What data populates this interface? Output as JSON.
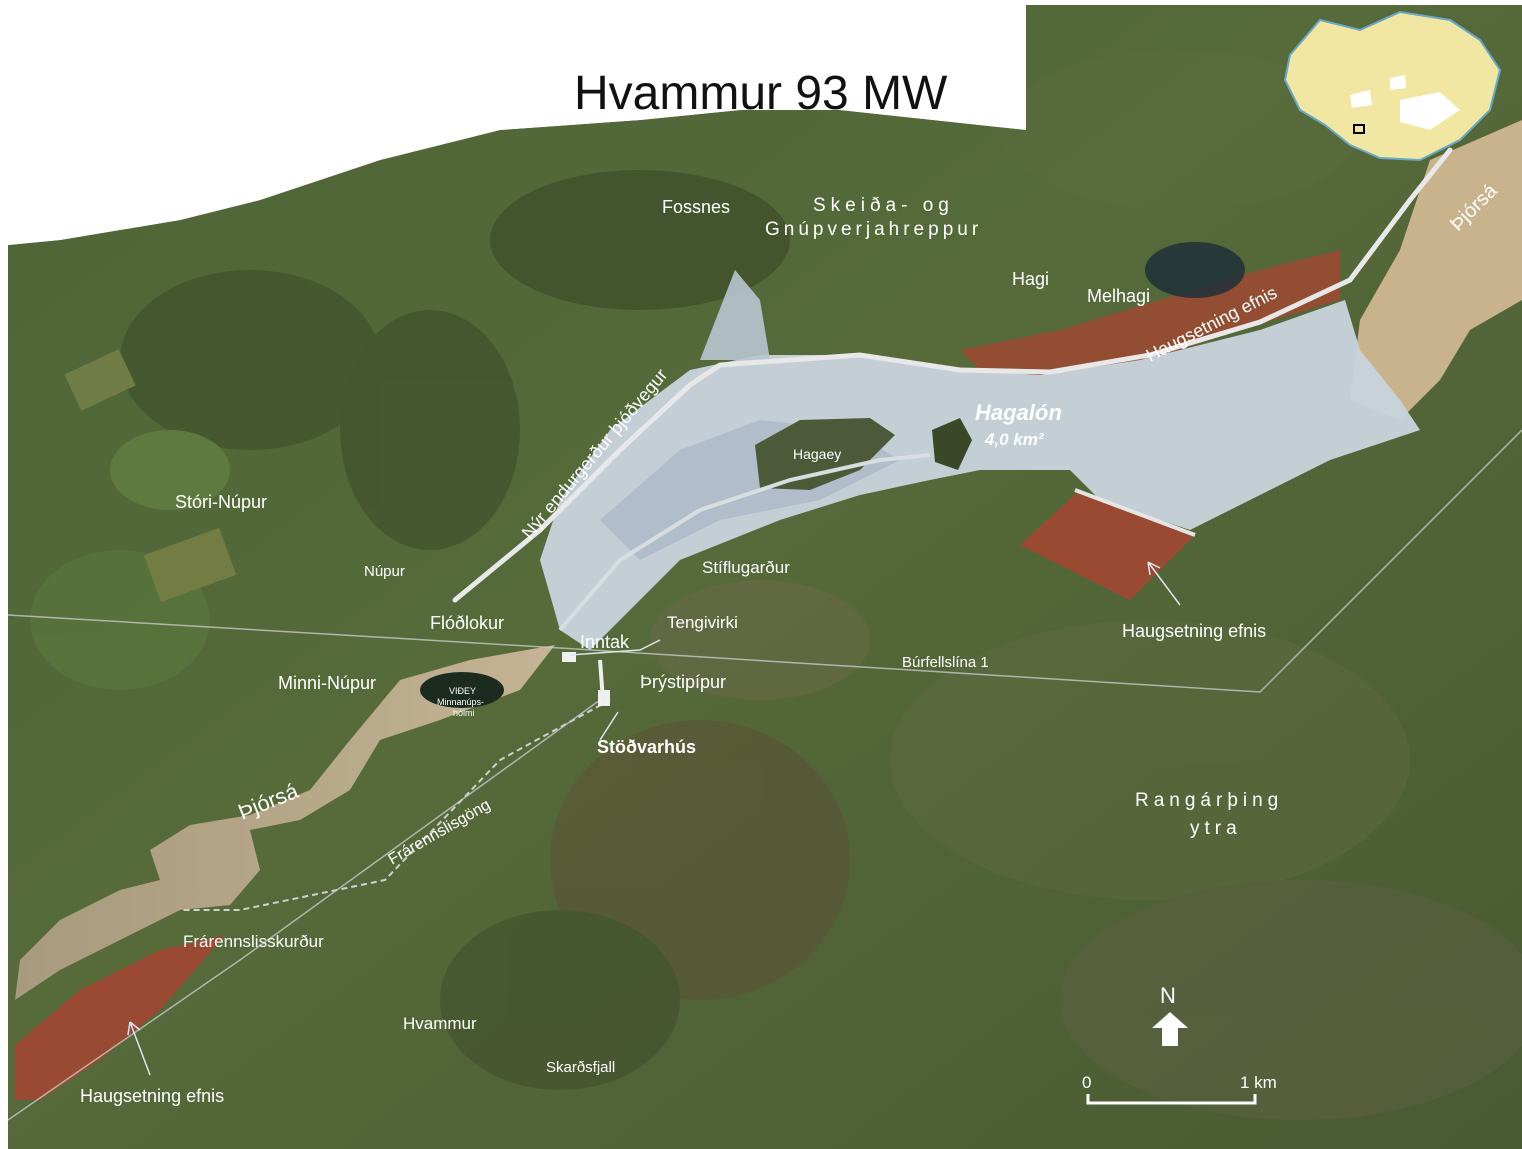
{
  "title": "Hvammur 93 MW",
  "colors": {
    "terrain": "#4f6234",
    "terrain_dark": "#3a4826",
    "reservoir": "#c9d4dd",
    "river": "#b7a78a",
    "deposit": "#9a4a33",
    "label": "#ffffff",
    "title": "#111111",
    "inset_land": "#f1e7a2",
    "inset_glacier": "#ffffff"
  },
  "labels": {
    "fossnes": "Fossnes",
    "municipality_north_1": "Skeiða- og",
    "municipality_north_2": "Gnúpverjahreppur",
    "hagi": "Hagi",
    "melhagi": "Melhagi",
    "deposit_ne": "Haugsetning efnis",
    "river_ne": "Þjórsá",
    "road": "Nýr endurgerður þjóðvegur",
    "reservoir_name": "Hagalón",
    "reservoir_area": "4,0 km²",
    "island": "Hagaey",
    "stori_nupur": "Stóri-Núpur",
    "nupur": "Núpur",
    "dam": "Stíflugarður",
    "deposit_e": "Haugsetning efnis",
    "spillway": "Flóðlokur",
    "intake": "Inntak",
    "substation": "Tengivirki",
    "powerline": "Búrfellslína 1",
    "minni_nupur": "Minni-Núpur",
    "penstock": "Þrýstipípur",
    "viðey_1": "VIÐEY",
    "viðey_2": "Minnanúps-",
    "viðey_3": "hólmi",
    "powerhouse": "Stöðvarhús",
    "river_sw": "Þjórsá",
    "tailrace_tunnel": "Frárennslisgöng",
    "municipality_south_1": "Rangárþing",
    "municipality_south_2": "ytra",
    "tailrace_channel": "Frárennslisskurður",
    "hvammur": "Hvammur",
    "skardsfjall": "Skarðsfjall",
    "deposit_sw": "Haugsetning efnis"
  },
  "north_arrow": {
    "label": "N",
    "icon": "north-arrow-icon"
  },
  "scale_bar": {
    "start": "0",
    "end": "1 km"
  },
  "inset": {
    "icon": "iceland-locator-icon"
  }
}
